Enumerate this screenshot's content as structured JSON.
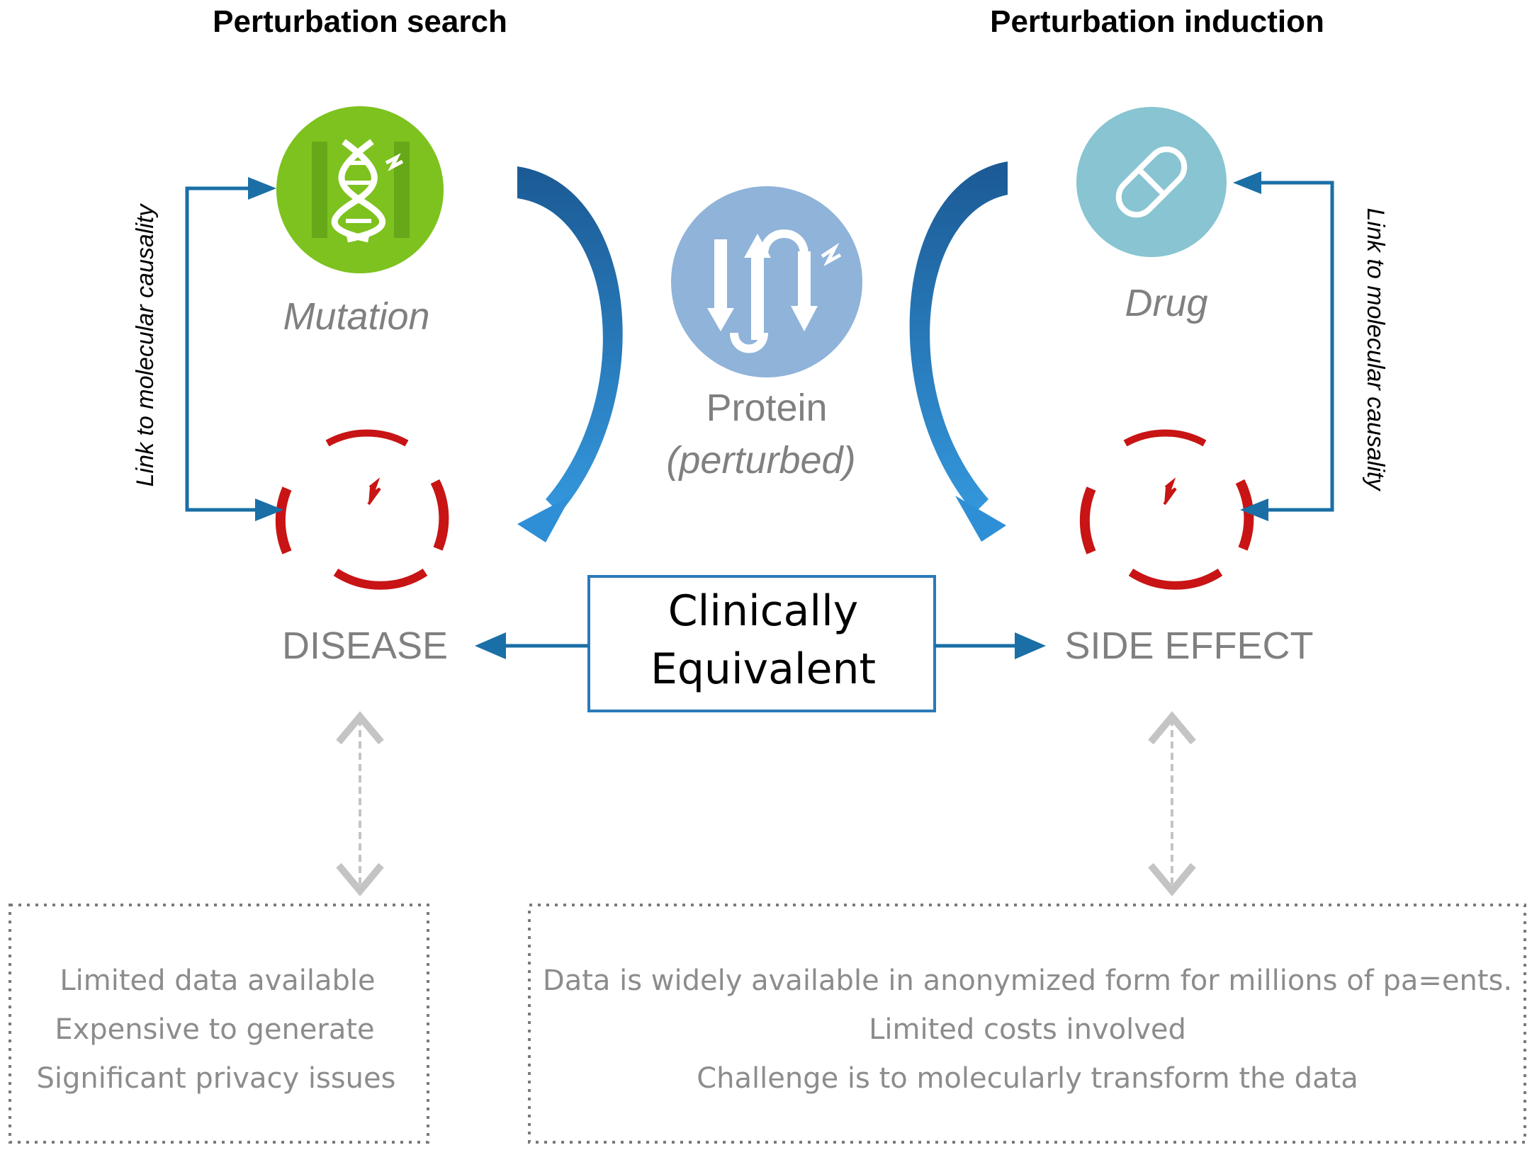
{
  "headings": {
    "left": "Perturbation search",
    "right": "Perturbation induction"
  },
  "nodes": {
    "mutation": {
      "label": "Mutation",
      "icon": "dna-mutation-icon",
      "color": "#7dc21e"
    },
    "drug": {
      "label": "Drug",
      "icon": "pill-icon",
      "color": "#88c4d1"
    },
    "protein": {
      "label": "Protein",
      "sublabel": "(perturbed)",
      "icon": "protein-perturbed-icon",
      "color": "#8fb3d9"
    },
    "disease": {
      "label": "DISEASE",
      "icon": "disease-cell-icon"
    },
    "side_effect": {
      "label": "SIDE EFFECT",
      "icon": "side-effect-cell-icon"
    }
  },
  "side_labels": {
    "left": "Link to molecular causality",
    "right": "Link to molecular causality"
  },
  "center_box": {
    "line1": "Clinically",
    "line2": "Equivalent"
  },
  "info_boxes": {
    "left": [
      "Limited data available",
      "Expensive to generate",
      "Significant privacy issues"
    ],
    "right": [
      "Data is widely available in anonymized form for millions of pa=ents.",
      "Limited costs involved",
      "Challenge is to molecularly transform the data"
    ]
  },
  "colors": {
    "arrow_blue": "#1a6fa6",
    "curve_dark": "#1b5f99",
    "curve_light": "#2e8fd6",
    "red_accent": "#c81414",
    "gray_arrow": "#bdbdbd",
    "box_border": "#2a7ab9"
  }
}
